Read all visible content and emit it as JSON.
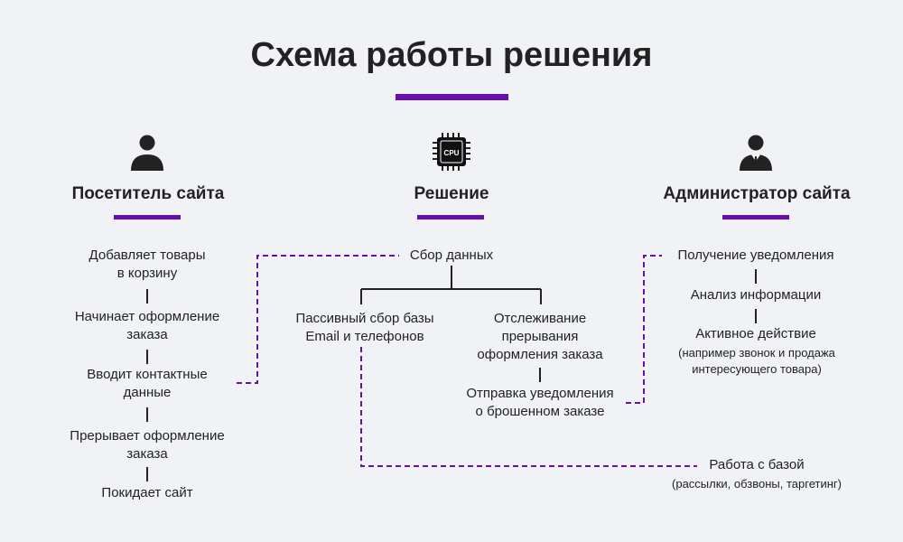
{
  "title": "Схема работы решения",
  "colors": {
    "accent": "#6a0dad",
    "background": "#f0f2f6",
    "text": "#222222"
  },
  "columns": {
    "visitor": {
      "icon": "user-icon",
      "heading": "Посетитель сайта",
      "steps": [
        [
          "Добавляет товары",
          "в корзину"
        ],
        [
          "Начинает оформление",
          "заказа"
        ],
        [
          "Вводит контактные",
          "данные"
        ],
        [
          "Прерывает оформление",
          "заказа"
        ],
        [
          "Покидает сайт"
        ]
      ]
    },
    "solution": {
      "icon": "cpu-icon",
      "icon_label": "CPU",
      "heading": "Решение",
      "root": "Сбор данных",
      "passive": [
        "Пассивный сбор базы",
        "Email и телефонов"
      ],
      "tracking": [
        "Отслеживание",
        "прерывания",
        "оформления заказа"
      ],
      "notify": [
        "Отправка уведомления",
        "о брошенном заказе"
      ]
    },
    "admin": {
      "icon": "businessman-icon",
      "heading": "Администратор сайта",
      "steps": [
        "Получение уведомления",
        "Анализ информации",
        "Активное действие"
      ],
      "note": [
        "(например звонок и продажа",
        "интересующего товара)"
      ]
    }
  },
  "base_work": {
    "title": "Работа с базой",
    "note": "(рассылки, обзвоны, таргетинг)"
  }
}
